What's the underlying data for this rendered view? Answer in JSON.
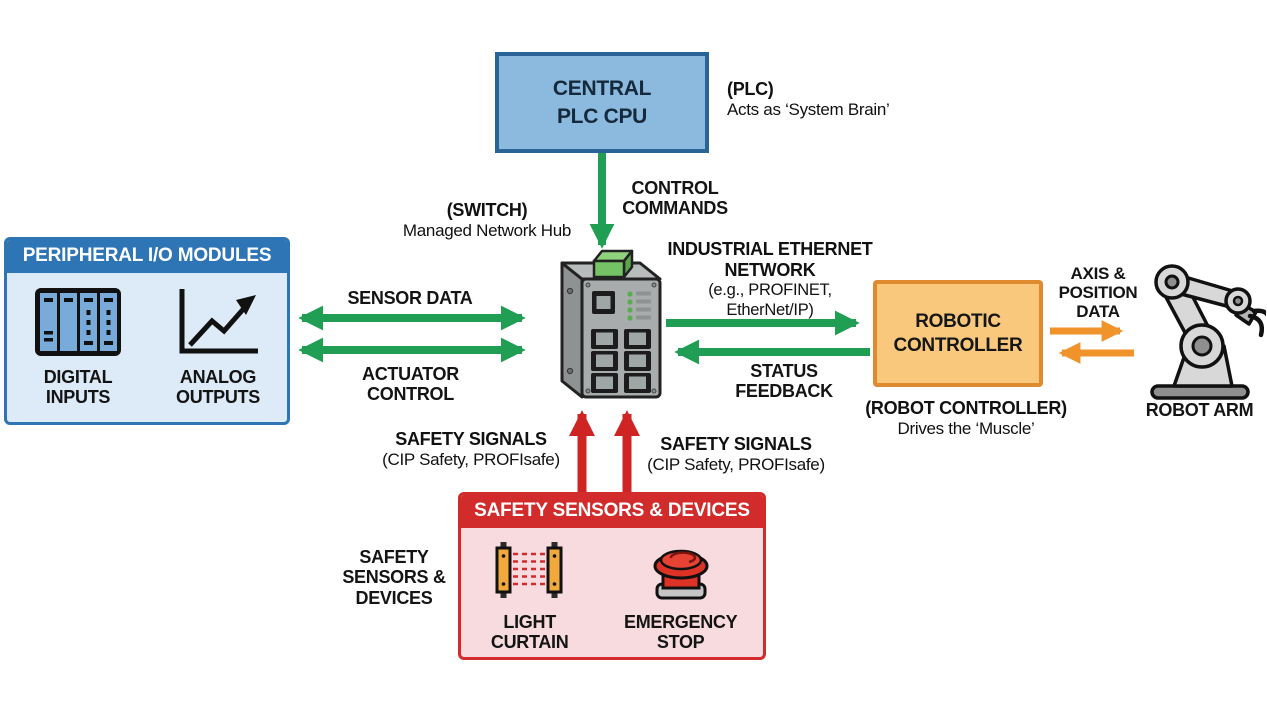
{
  "colors": {
    "green_arrow": "#1f9e54",
    "red_arrow": "#cf2424",
    "orange_arrow": "#f0932b",
    "plc_fill": "#8cb9de",
    "plc_border": "#2a6496",
    "io_header_blue": "#2e75b5",
    "io_fill": "#dcebf7",
    "controller_fill": "#f9c87d",
    "controller_border": "#df8a2e",
    "safety_header_red": "#d22b2b",
    "safety_fill": "#f8dbde"
  },
  "plc": {
    "label": "CENTRAL\nPLC CPU",
    "note_title": "(PLC)",
    "note_sub": "Acts as ‘System Brain’"
  },
  "switch_node": {
    "note_title": "(SWITCH)",
    "note_sub": "Managed Network Hub"
  },
  "io": {
    "header": "PERIPHERAL I/O MODULES",
    "digital_label": "DIGITAL\nINPUTS",
    "analog_label": "ANALOG\nOUTPUTS"
  },
  "links": {
    "control_commands": "CONTROL\nCOMMANDS",
    "sensor_data": "SENSOR DATA",
    "actuator_control": "ACTUATOR\nCONTROL",
    "ethernet_title": "INDUSTRIAL ETHERNET\nNETWORK",
    "ethernet_sub": "(e.g., PROFINET,\nEtherNet/IP)",
    "status_feedback": "STATUS\nFEEDBACK",
    "axis_position": "AXIS &\nPOSITION\nDATA",
    "safety_signals_left_title": "SAFETY SIGNALS",
    "safety_signals_left_sub": "(CIP Safety, PROFIsafe)",
    "safety_signals_right_title": "SAFETY SIGNALS",
    "safety_signals_right_sub": "(CIP Safety, PROFIsafe)"
  },
  "controller": {
    "label": "ROBOTIC\nCONTROLLER",
    "note_title": "(ROBOT CONTROLLER)",
    "note_sub": "Drives the ‘Muscle’"
  },
  "robot": {
    "label": "ROBOT ARM"
  },
  "safety": {
    "header": "SAFETY SENSORS & DEVICES",
    "side_label": "SAFETY\nSENSORS &\nDEVICES",
    "light_curtain_label": "LIGHT\nCURTAIN",
    "emergency_stop_label": "EMERGENCY\nSTOP"
  },
  "connections": [
    {
      "from": "CENTRAL PLC CPU",
      "to": "SWITCH",
      "label": "CONTROL COMMANDS",
      "color": "green",
      "direction": "down"
    },
    {
      "from": "PERIPHERAL I/O MODULES",
      "to": "SWITCH",
      "label": "SENSOR DATA",
      "color": "green",
      "direction": "bidirectional"
    },
    {
      "from": "SWITCH",
      "to": "PERIPHERAL I/O MODULES",
      "label": "ACTUATOR CONTROL",
      "color": "green",
      "direction": "bidirectional"
    },
    {
      "from": "SWITCH",
      "to": "ROBOTIC CONTROLLER",
      "label": "INDUSTRIAL ETHERNET NETWORK (e.g., PROFINET, EtherNet/IP)",
      "color": "green",
      "direction": "right"
    },
    {
      "from": "ROBOTIC CONTROLLER",
      "to": "SWITCH",
      "label": "STATUS FEEDBACK",
      "color": "green",
      "direction": "left"
    },
    {
      "from": "ROBOTIC CONTROLLER",
      "to": "ROBOT ARM",
      "label": "AXIS & POSITION DATA",
      "color": "orange",
      "direction": "right"
    },
    {
      "from": "ROBOT ARM",
      "to": "ROBOTIC CONTROLLER",
      "label": "AXIS & POSITION DATA",
      "color": "orange",
      "direction": "left"
    },
    {
      "from": "SAFETY SENSORS & DEVICES",
      "to": "SWITCH",
      "label": "SAFETY SIGNALS (CIP Safety, PROFIsafe)",
      "color": "red",
      "direction": "up"
    },
    {
      "from": "SAFETY SENSORS & DEVICES",
      "to": "SWITCH",
      "label": "SAFETY SIGNALS (CIP Safety, PROFIsafe)",
      "color": "red",
      "direction": "up"
    }
  ]
}
